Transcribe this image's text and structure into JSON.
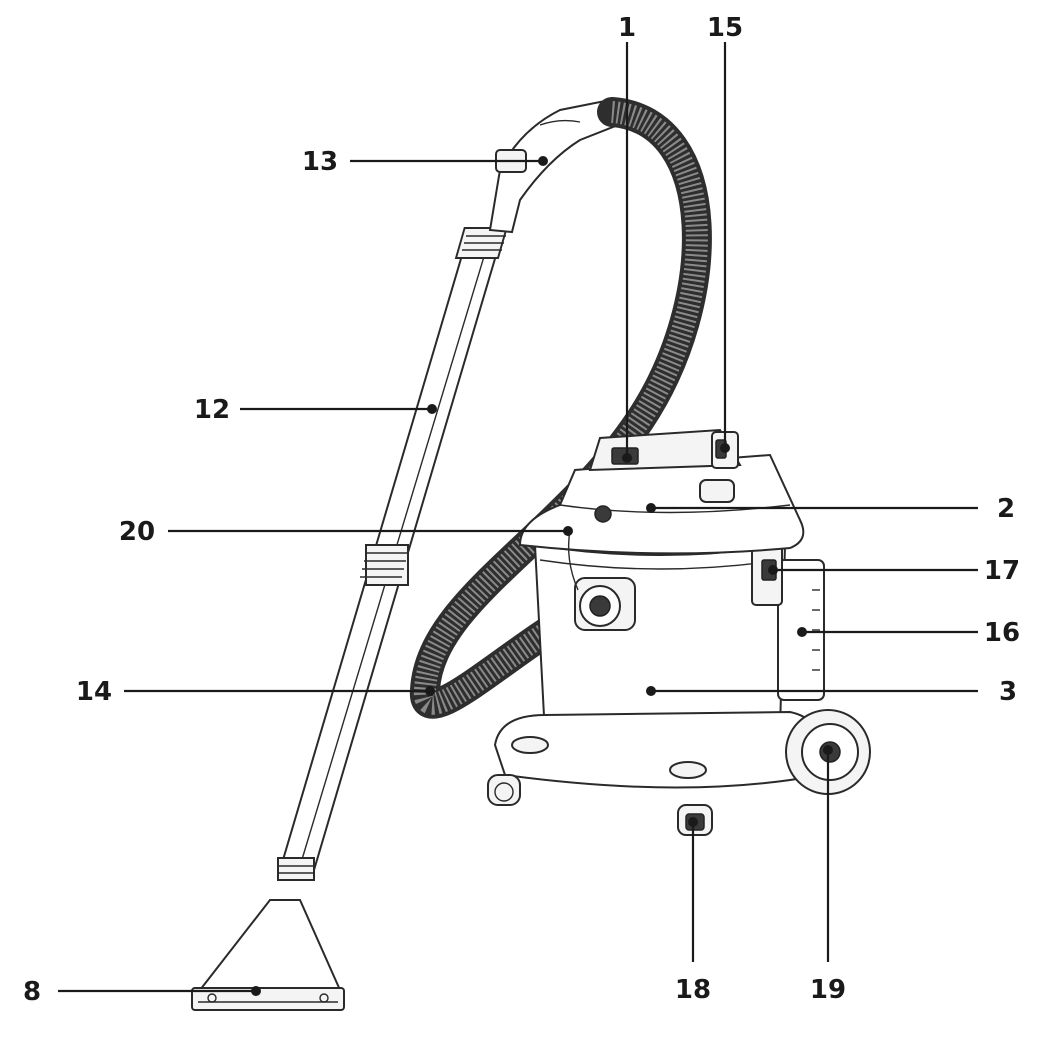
{
  "callouts": [
    {
      "id": "1",
      "label": "1"
    },
    {
      "id": "15",
      "label": "15"
    },
    {
      "id": "13",
      "label": "13"
    },
    {
      "id": "12",
      "label": "12"
    },
    {
      "id": "2",
      "label": "2"
    },
    {
      "id": "20",
      "label": "20"
    },
    {
      "id": "17",
      "label": "17"
    },
    {
      "id": "16",
      "label": "16"
    },
    {
      "id": "14",
      "label": "14"
    },
    {
      "id": "3",
      "label": "3"
    },
    {
      "id": "8",
      "label": "8"
    },
    {
      "id": "18",
      "label": "18"
    },
    {
      "id": "19",
      "label": "19"
    }
  ]
}
